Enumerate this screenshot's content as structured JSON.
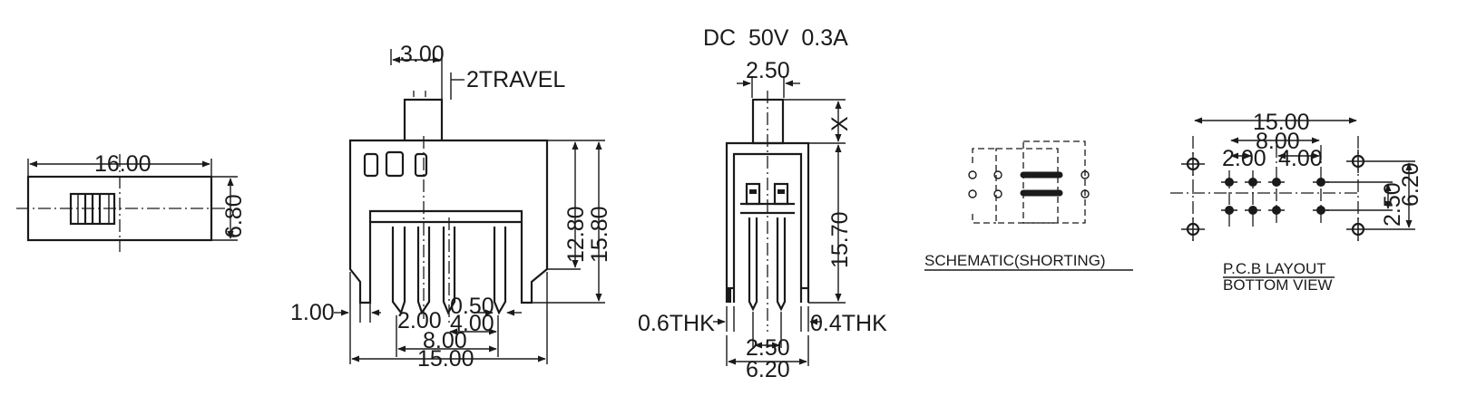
{
  "rating": "DC  50V  0.3A",
  "top_view": {
    "width": "16.00",
    "height": "6.80"
  },
  "front_view": {
    "actuator_width": "3.00",
    "travel": "2TRAVEL",
    "body_height": "12.80",
    "overall_height": "15.80",
    "leg_offset": "1.00",
    "pitch": "2.00",
    "pin_width": "0.50",
    "pin_span": "4.00",
    "outer_pin_span": "8.00",
    "overall_width": "15.00"
  },
  "side_view": {
    "actuator_width": "2.50",
    "actuator_height": "X",
    "height": "15.70",
    "left_thickness": "0.6THK",
    "right_thickness": "0.4THK",
    "pin_span": "2.50",
    "width": "6.20"
  },
  "schematic": {
    "caption": "SCHEMATIC(SHORTING)"
  },
  "pcb": {
    "span": "15.00",
    "outer_pitch": "8.00",
    "pitch": "2.00",
    "inner_pitch": "4.00",
    "row_spacing": "2.50",
    "width": "6.20",
    "caption_line1": "P.C.B LAYOUT",
    "caption_line2": "BOTTOM VIEW"
  }
}
